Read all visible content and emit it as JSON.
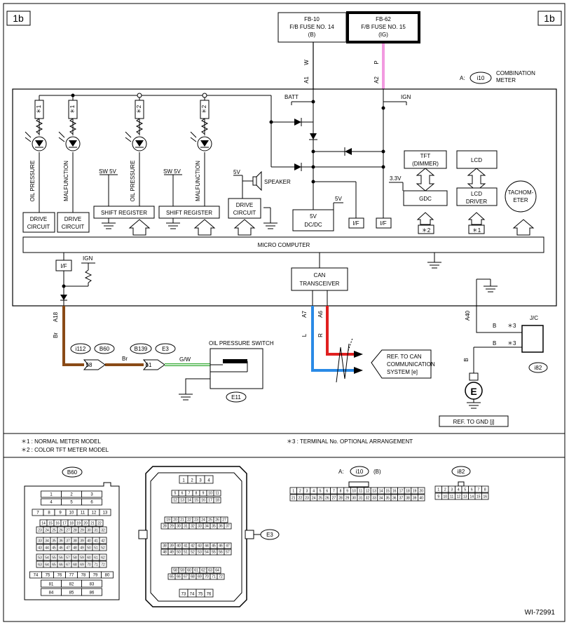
{
  "page_tag": "1b",
  "fuse_left": {
    "line1": "FB-10",
    "line2": "F/B FUSE NO. 14",
    "line3": "(B)"
  },
  "fuse_right": {
    "line1": "FB-62",
    "line2": "F/B FUSE NO. 15",
    "line3": "(IG)"
  },
  "wire_w": "W",
  "wire_p": "P",
  "pin_a1": "A1",
  "pin_a2": "A2",
  "meter": {
    "prefix": "A:",
    "id": "i10",
    "line1": "COMBINATION",
    "line2": "METER"
  },
  "batt": "BATT",
  "ign": "IGN",
  "ign2": "IGN",
  "star1": "＊1",
  "star2": "＊2",
  "oil_pressure": "OIL PRESSURE",
  "malfunction": "MALFUNCTION",
  "sw5v": "SW 5V",
  "v5": "5V",
  "v33": "3.3V",
  "speaker": "SPEAKER",
  "drive_circuit_line1": "DRIVE",
  "drive_circuit_line2": "CIRCUIT",
  "shift_register": "SHIFT REGISTER",
  "dcdc_line1": "5V",
  "dcdc_line2": "DC/DC",
  "if": "I/F",
  "tft_line1": "TFT",
  "tft_line2": "(DIMMER)",
  "lcd": "LCD",
  "gdc": "GDC",
  "lcd_driver_line1": "LCD",
  "lcd_driver_line2": "DRIVER",
  "tacho_line1": "TACHOM-",
  "tacho_line2": "ETER",
  "micro": "MICRO COMPUTER",
  "can_line1": "CAN",
  "can_line2": "TRANSCEIVER",
  "pin_a18": "A18",
  "pin_a7": "A7",
  "pin_a6": "A6",
  "pin_a40": "A40",
  "wire_br": "Br",
  "wire_l": "L",
  "wire_r": "R",
  "wire_b": "B",
  "wire_gw": "G/W",
  "conn_i112": "i112",
  "conn_b60": "B60",
  "conn_b139": "B139",
  "conn_e3": "E3",
  "pin_58": "58",
  "pin_61": "61",
  "ops_label": "OIL PRESSURE SWITCH",
  "e11": "E11",
  "can_ref_line1": "REF. TO CAN",
  "can_ref_line2": "COMMUNICATION",
  "can_ref_line3": "SYSTEM [e]",
  "jc": "J/C",
  "star3": "＊3",
  "i82": "i82",
  "e_label": "E",
  "gnd_ref": "REF. TO GND [j]",
  "note1": "＊1  : NORMAL METER MODEL",
  "note2": "＊2  : COLOR TFT METER MODEL",
  "note3": "＊3  : TERMINAL No. OPTIONAL ARRANGEMENT",
  "b_label": "(B)",
  "b60_rows": [
    [
      "1",
      "2",
      "3"
    ],
    [
      "4",
      "5",
      "6"
    ],
    [
      "7",
      "8",
      "9",
      "10",
      "11",
      "12",
      "13"
    ],
    [
      "14",
      "15",
      "16",
      "17",
      "18",
      "19",
      "20",
      "21",
      "22"
    ],
    [
      "23",
      "24",
      "25",
      "26",
      "27",
      "28",
      "29",
      "30",
      "31",
      "32"
    ],
    [
      "33",
      "34",
      "35",
      "36",
      "37",
      "38",
      "39",
      "40",
      "41",
      "42"
    ],
    [
      "43",
      "44",
      "45",
      "46",
      "47",
      "48",
      "49",
      "50",
      "51",
      "52"
    ],
    [
      "53",
      "54",
      "55",
      "56",
      "57",
      "58",
      "59",
      "60",
      "61",
      "62"
    ],
    [
      "63",
      "64",
      "65",
      "66",
      "67",
      "68",
      "69",
      "70",
      "71",
      "72"
    ],
    [
      "74",
      "75",
      "76",
      "77",
      "78",
      "79",
      "80"
    ],
    [
      "81",
      "82",
      "83"
    ],
    [
      "84",
      "85",
      "86"
    ]
  ],
  "e3_rows": [
    [
      "1",
      "2",
      "3",
      "4"
    ],
    [
      "5",
      "6",
      "7",
      "8",
      "9",
      "10",
      "11"
    ],
    [
      "12",
      "13",
      "14",
      "15",
      "16",
      "17",
      "18"
    ],
    [
      "19",
      "20",
      "21",
      "22",
      "23",
      "24",
      "25",
      "26",
      "27"
    ],
    [
      "28",
      "29",
      "30",
      "31",
      "32",
      "33",
      "34",
      "35",
      "36",
      "37"
    ],
    [
      "38",
      "39",
      "40",
      "41",
      "42",
      "43",
      "44",
      "45",
      "46",
      "47"
    ],
    [
      "48",
      "49",
      "50",
      "51",
      "52",
      "53",
      "54",
      "55",
      "56",
      "57"
    ],
    [
      "58",
      "59",
      "60",
      "61",
      "62",
      "63",
      "64"
    ],
    [
      "65",
      "66",
      "67",
      "68",
      "69",
      "70",
      "71",
      "72"
    ],
    [
      "73",
      "74",
      "75",
      "76"
    ]
  ],
  "i10_rows": [
    [
      "1",
      "2",
      "3",
      "4",
      "5",
      "6",
      "7",
      "8",
      "9",
      "10",
      "11",
      "12",
      "13",
      "14",
      "15",
      "16",
      "17",
      "18",
      "19",
      "20"
    ],
    [
      "21",
      "22",
      "23",
      "24",
      "25",
      "26",
      "27",
      "28",
      "29",
      "30",
      "31",
      "32",
      "33",
      "34",
      "35",
      "36",
      "37",
      "38",
      "39",
      "40"
    ]
  ],
  "i82_rows": [
    [
      "1",
      "2",
      "3",
      "4",
      "5",
      "6",
      "7",
      "8"
    ],
    [
      "9",
      "10",
      "11",
      "12",
      "13",
      "14",
      "15",
      "16"
    ]
  ],
  "diagram_id": "WI-72991",
  "colors": {
    "brown": "#8a4a16",
    "blue": "#2a8ae6",
    "red": "#e02020",
    "pink": "#f29ae0",
    "green": "#33aa33"
  }
}
